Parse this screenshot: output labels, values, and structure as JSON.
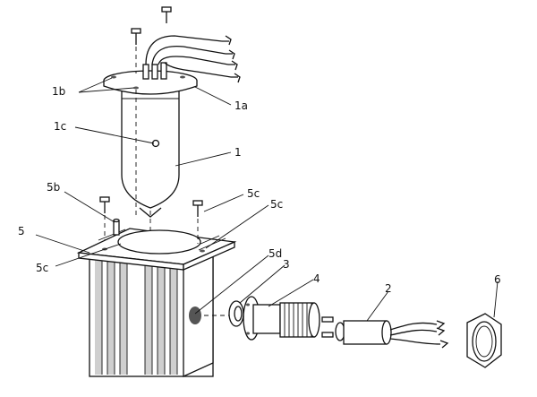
{
  "labels": {
    "l1": "1",
    "l1a": "1a",
    "l1b": "1b",
    "l1c": "1c",
    "l2": "2",
    "l3": "3",
    "l4": "4",
    "l5": "5",
    "l5b": "5b",
    "l5c_top": "5c",
    "l5c_right": "5c",
    "l5c_left": "5c",
    "l5d": "5d",
    "l6": "6"
  }
}
